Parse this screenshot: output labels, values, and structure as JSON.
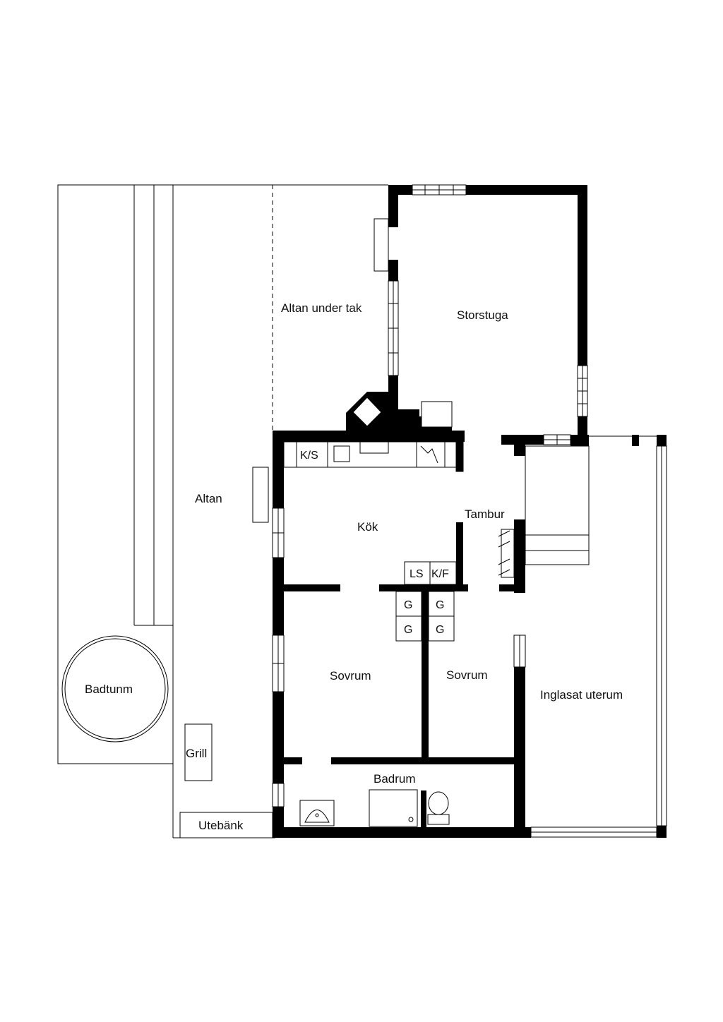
{
  "rooms": {
    "altan_under_tak": "Altan under tak",
    "storstuga": "Storstuga",
    "altan": "Altan",
    "kok": "Kök",
    "tambur": "Tambur",
    "sovrum_left": "Sovrum",
    "sovrum_right": "Sovrum",
    "inglasat_uterum": "Inglasat uterum",
    "badrum": "Badrum",
    "badtunna": "Badtunm",
    "grill": "Grill",
    "utebank": "Utebänk"
  },
  "fixtures": {
    "ks": "K/S",
    "ls": "LS",
    "kf": "K/F",
    "g1": "G",
    "g2": "G",
    "g3": "G",
    "g4": "G"
  }
}
